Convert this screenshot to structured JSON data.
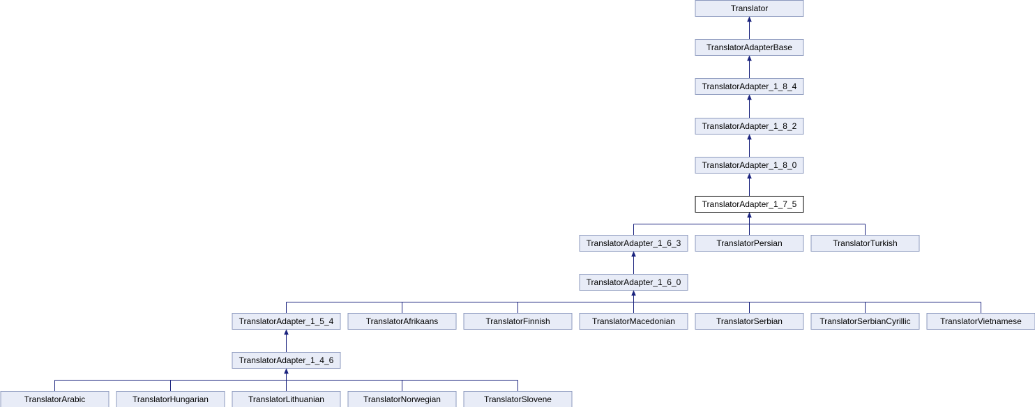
{
  "diagram": {
    "type": "class-inheritance-graph",
    "highlighted": "TranslatorAdapter_1_7_5",
    "colors": {
      "node_fill": "#e8ecf7",
      "node_border": "#8b98bd",
      "highlight_fill": "#ffffff",
      "highlight_border": "#000000",
      "edge": "#1a237e",
      "text": "#000000"
    },
    "nodes": [
      {
        "id": "n0",
        "label": "Translator"
      },
      {
        "id": "n1",
        "label": "TranslatorAdapterBase"
      },
      {
        "id": "n2",
        "label": "TranslatorAdapter_1_8_4"
      },
      {
        "id": "n3",
        "label": "TranslatorAdapter_1_8_2"
      },
      {
        "id": "n4",
        "label": "TranslatorAdapter_1_8_0"
      },
      {
        "id": "n5",
        "label": "TranslatorAdapter_1_7_5"
      },
      {
        "id": "n6",
        "label": "TranslatorAdapter_1_6_3"
      },
      {
        "id": "n7",
        "label": "TranslatorPersian"
      },
      {
        "id": "n8",
        "label": "TranslatorTurkish"
      },
      {
        "id": "n9",
        "label": "TranslatorAdapter_1_6_0"
      },
      {
        "id": "n10",
        "label": "TranslatorAdapter_1_5_4"
      },
      {
        "id": "n11",
        "label": "TranslatorAfrikaans"
      },
      {
        "id": "n12",
        "label": "TranslatorFinnish"
      },
      {
        "id": "n13",
        "label": "TranslatorMacedonian"
      },
      {
        "id": "n14",
        "label": "TranslatorSerbian"
      },
      {
        "id": "n15",
        "label": "TranslatorSerbianCyrillic"
      },
      {
        "id": "n16",
        "label": "TranslatorVietnamese"
      },
      {
        "id": "n17",
        "label": "TranslatorAdapter_1_4_6"
      },
      {
        "id": "n18",
        "label": "TranslatorArabic"
      },
      {
        "id": "n19",
        "label": "TranslatorHungarian"
      },
      {
        "id": "n20",
        "label": "TranslatorLithuanian"
      },
      {
        "id": "n21",
        "label": "TranslatorNorwegian"
      },
      {
        "id": "n22",
        "label": "TranslatorSlovene"
      }
    ],
    "edges": [
      {
        "child": "n1",
        "parent": "n0"
      },
      {
        "child": "n2",
        "parent": "n1"
      },
      {
        "child": "n3",
        "parent": "n2"
      },
      {
        "child": "n4",
        "parent": "n3"
      },
      {
        "child": "n5",
        "parent": "n4"
      },
      {
        "child": "n6",
        "parent": "n5"
      },
      {
        "child": "n7",
        "parent": "n5"
      },
      {
        "child": "n8",
        "parent": "n5"
      },
      {
        "child": "n9",
        "parent": "n6"
      },
      {
        "child": "n10",
        "parent": "n9"
      },
      {
        "child": "n11",
        "parent": "n9"
      },
      {
        "child": "n12",
        "parent": "n9"
      },
      {
        "child": "n13",
        "parent": "n9"
      },
      {
        "child": "n14",
        "parent": "n9"
      },
      {
        "child": "n15",
        "parent": "n9"
      },
      {
        "child": "n16",
        "parent": "n9"
      },
      {
        "child": "n17",
        "parent": "n10"
      },
      {
        "child": "n18",
        "parent": "n17"
      },
      {
        "child": "n19",
        "parent": "n17"
      },
      {
        "child": "n20",
        "parent": "n17"
      },
      {
        "child": "n21",
        "parent": "n17"
      },
      {
        "child": "n22",
        "parent": "n17"
      }
    ]
  }
}
